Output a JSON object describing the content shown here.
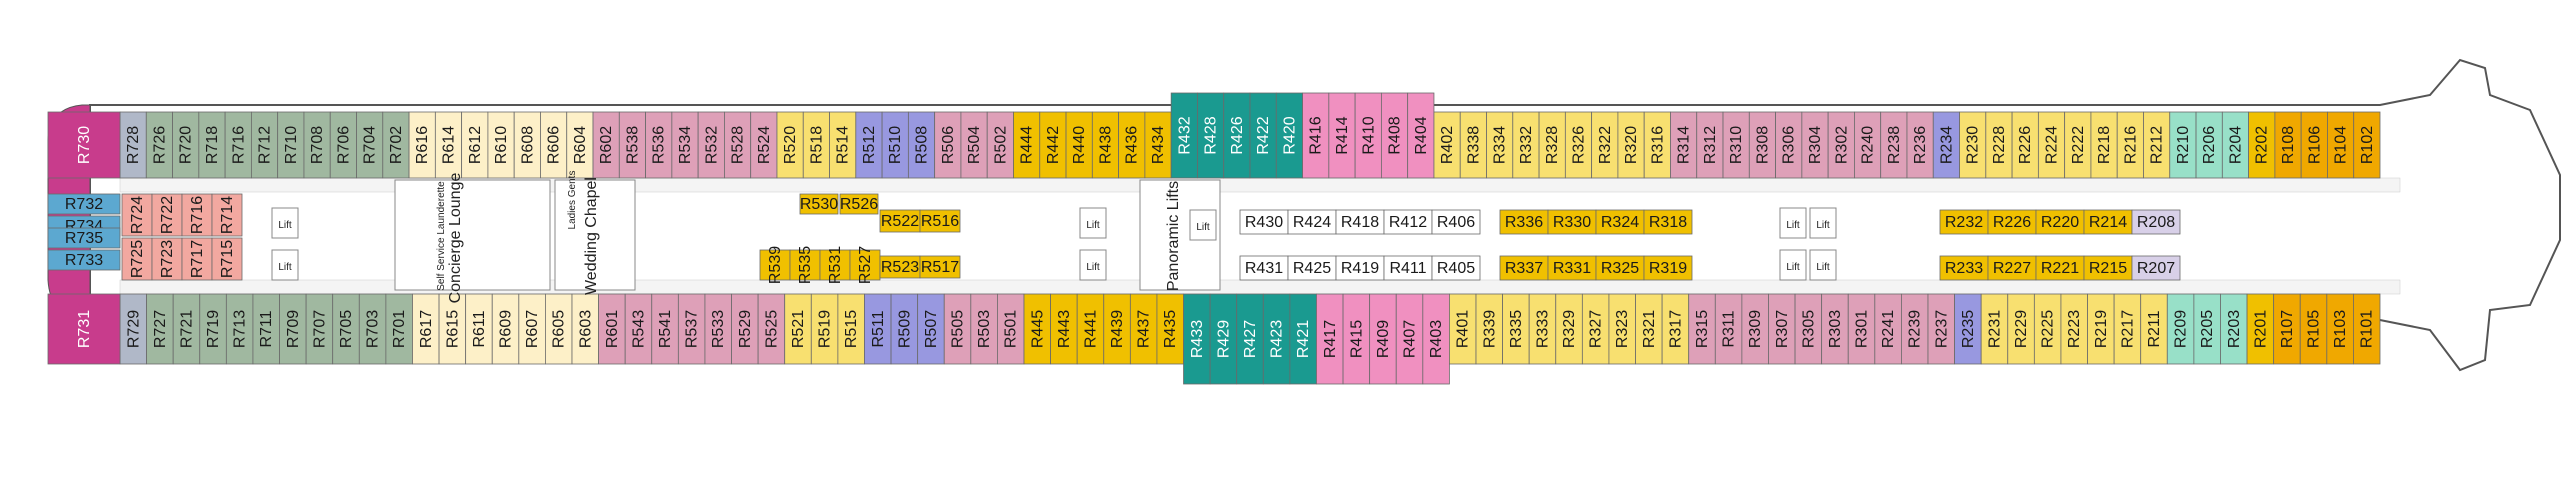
{
  "colors": {
    "pink": "#f090c0",
    "rose": "#dea0b8",
    "salmon": "#f2a8a0",
    "sage": "#a0b8a0",
    "cream": "#fdf0c8",
    "yellow": "#f8e070",
    "gold": "#f0c000",
    "orange": "#f0a800",
    "lavender": "#9898e0",
    "mint": "#98e0c8",
    "teal": "#1a9a90",
    "magenta": "#c83c8c",
    "blue": "#5ca8d0",
    "grey": "#b0b8c8",
    "white": "#ffffff",
    "lightgrey": "#d8d0e8"
  },
  "top_row": [
    {
      "label": "R728",
      "color": "grey"
    },
    {
      "label": "R726",
      "color": "sage"
    },
    {
      "label": "R720",
      "color": "sage"
    },
    {
      "label": "R718",
      "color": "sage"
    },
    {
      "label": "R716",
      "color": "sage"
    },
    {
      "label": "R712",
      "color": "sage"
    },
    {
      "label": "R710",
      "color": "sage"
    },
    {
      "label": "R708",
      "color": "sage"
    },
    {
      "label": "R706",
      "color": "sage"
    },
    {
      "label": "R704",
      "color": "sage"
    },
    {
      "label": "R702",
      "color": "sage"
    },
    {
      "label": "R616",
      "color": "cream"
    },
    {
      "label": "R614",
      "color": "cream"
    },
    {
      "label": "R612",
      "color": "cream"
    },
    {
      "label": "R610",
      "color": "cream"
    },
    {
      "label": "R608",
      "color": "cream"
    },
    {
      "label": "R606",
      "color": "cream"
    },
    {
      "label": "R604",
      "color": "cream"
    },
    {
      "label": "R602",
      "color": "rose"
    },
    {
      "label": "R538",
      "color": "rose"
    },
    {
      "label": "R536",
      "color": "rose"
    },
    {
      "label": "R534",
      "color": "rose"
    },
    {
      "label": "R532",
      "color": "rose"
    },
    {
      "label": "R528",
      "color": "rose"
    },
    {
      "label": "R524",
      "color": "rose"
    },
    {
      "label": "R520",
      "color": "yellow"
    },
    {
      "label": "R518",
      "color": "yellow"
    },
    {
      "label": "R514",
      "color": "yellow"
    },
    {
      "label": "R512",
      "color": "lavender"
    },
    {
      "label": "R510",
      "color": "lavender"
    },
    {
      "label": "R508",
      "color": "lavender"
    },
    {
      "label": "R506",
      "color": "rose"
    },
    {
      "label": "R504",
      "color": "rose"
    },
    {
      "label": "R502",
      "color": "rose"
    },
    {
      "label": "R444",
      "color": "gold"
    },
    {
      "label": "R442",
      "color": "gold"
    },
    {
      "label": "R440",
      "color": "gold"
    },
    {
      "label": "R438",
      "color": "gold"
    },
    {
      "label": "R436",
      "color": "gold"
    },
    {
      "label": "R434",
      "color": "gold"
    },
    {
      "label": "R432",
      "color": "teal"
    },
    {
      "label": "R428",
      "color": "teal"
    },
    {
      "label": "R426",
      "color": "teal"
    },
    {
      "label": "R422",
      "color": "teal"
    },
    {
      "label": "R420",
      "color": "teal"
    },
    {
      "label": "R416",
      "color": "pink"
    },
    {
      "label": "R414",
      "color": "pink"
    },
    {
      "label": "R410",
      "color": "pink"
    },
    {
      "label": "R408",
      "color": "pink"
    },
    {
      "label": "R404",
      "color": "pink"
    },
    {
      "label": "R402",
      "color": "yellow"
    },
    {
      "label": "R338",
      "color": "yellow"
    },
    {
      "label": "R334",
      "color": "yellow"
    },
    {
      "label": "R332",
      "color": "yellow"
    },
    {
      "label": "R328",
      "color": "yellow"
    },
    {
      "label": "R326",
      "color": "yellow"
    },
    {
      "label": "R322",
      "color": "yellow"
    },
    {
      "label": "R320",
      "color": "yellow"
    },
    {
      "label": "R316",
      "color": "yellow"
    },
    {
      "label": "R314",
      "color": "rose"
    },
    {
      "label": "R312",
      "color": "rose"
    },
    {
      "label": "R310",
      "color": "rose"
    },
    {
      "label": "R308",
      "color": "rose"
    },
    {
      "label": "R306",
      "color": "rose"
    },
    {
      "label": "R304",
      "color": "rose"
    },
    {
      "label": "R302",
      "color": "rose"
    },
    {
      "label": "R240",
      "color": "rose"
    },
    {
      "label": "R238",
      "color": "rose"
    },
    {
      "label": "R236",
      "color": "rose"
    },
    {
      "label": "R234",
      "color": "lavender"
    },
    {
      "label": "R230",
      "color": "yellow"
    },
    {
      "label": "R228",
      "color": "yellow"
    },
    {
      "label": "R226",
      "color": "yellow"
    },
    {
      "label": "R224",
      "color": "yellow"
    },
    {
      "label": "R222",
      "color": "yellow"
    },
    {
      "label": "R218",
      "color": "yellow"
    },
    {
      "label": "R216",
      "color": "yellow"
    },
    {
      "label": "R212",
      "color": "yellow"
    },
    {
      "label": "R210",
      "color": "mint"
    },
    {
      "label": "R206",
      "color": "mint"
    },
    {
      "label": "R204",
      "color": "mint"
    },
    {
      "label": "R202",
      "color": "gold"
    },
    {
      "label": "R108",
      "color": "orange"
    },
    {
      "label": "R106",
      "color": "orange"
    },
    {
      "label": "R104",
      "color": "orange"
    },
    {
      "label": "R102",
      "color": "orange"
    }
  ],
  "bottom_row": [
    {
      "label": "R729",
      "color": "grey"
    },
    {
      "label": "R727",
      "color": "sage"
    },
    {
      "label": "R721",
      "color": "sage"
    },
    {
      "label": "R719",
      "color": "sage"
    },
    {
      "label": "R713",
      "color": "sage"
    },
    {
      "label": "R711",
      "color": "sage"
    },
    {
      "label": "R709",
      "color": "sage"
    },
    {
      "label": "R707",
      "color": "sage"
    },
    {
      "label": "R705",
      "color": "sage"
    },
    {
      "label": "R703",
      "color": "sage"
    },
    {
      "label": "R701",
      "color": "sage"
    },
    {
      "label": "R617",
      "color": "cream"
    },
    {
      "label": "R615",
      "color": "cream"
    },
    {
      "label": "R611",
      "color": "cream"
    },
    {
      "label": "R609",
      "color": "cream"
    },
    {
      "label": "R607",
      "color": "cream"
    },
    {
      "label": "R605",
      "color": "cream"
    },
    {
      "label": "R603",
      "color": "cream"
    },
    {
      "label": "R601",
      "color": "rose"
    },
    {
      "label": "R543",
      "color": "rose"
    },
    {
      "label": "R541",
      "color": "rose"
    },
    {
      "label": "R537",
      "color": "rose"
    },
    {
      "label": "R533",
      "color": "rose"
    },
    {
      "label": "R529",
      "color": "rose"
    },
    {
      "label": "R525",
      "color": "rose"
    },
    {
      "label": "R521",
      "color": "yellow"
    },
    {
      "label": "R519",
      "color": "yellow"
    },
    {
      "label": "R515",
      "color": "yellow"
    },
    {
      "label": "R511",
      "color": "lavender"
    },
    {
      "label": "R509",
      "color": "lavender"
    },
    {
      "label": "R507",
      "color": "lavender"
    },
    {
      "label": "R505",
      "color": "rose"
    },
    {
      "label": "R503",
      "color": "rose"
    },
    {
      "label": "R501",
      "color": "rose"
    },
    {
      "label": "R445",
      "color": "gold"
    },
    {
      "label": "R443",
      "color": "gold"
    },
    {
      "label": "R441",
      "color": "gold"
    },
    {
      "label": "R439",
      "color": "gold"
    },
    {
      "label": "R437",
      "color": "gold"
    },
    {
      "label": "R435",
      "color": "gold"
    },
    {
      "label": "R433",
      "color": "teal"
    },
    {
      "label": "R429",
      "color": "teal"
    },
    {
      "label": "R427",
      "color": "teal"
    },
    {
      "label": "R423",
      "color": "teal"
    },
    {
      "label": "R421",
      "color": "teal"
    },
    {
      "label": "R417",
      "color": "pink"
    },
    {
      "label": "R415",
      "color": "pink"
    },
    {
      "label": "R409",
      "color": "pink"
    },
    {
      "label": "R407",
      "color": "pink"
    },
    {
      "label": "R403",
      "color": "pink"
    },
    {
      "label": "R401",
      "color": "yellow"
    },
    {
      "label": "R339",
      "color": "yellow"
    },
    {
      "label": "R335",
      "color": "yellow"
    },
    {
      "label": "R333",
      "color": "yellow"
    },
    {
      "label": "R329",
      "color": "yellow"
    },
    {
      "label": "R327",
      "color": "yellow"
    },
    {
      "label": "R323",
      "color": "yellow"
    },
    {
      "label": "R321",
      "color": "yellow"
    },
    {
      "label": "R317",
      "color": "yellow"
    },
    {
      "label": "R315",
      "color": "rose"
    },
    {
      "label": "R311",
      "color": "rose"
    },
    {
      "label": "R309",
      "color": "rose"
    },
    {
      "label": "R307",
      "color": "rose"
    },
    {
      "label": "R305",
      "color": "rose"
    },
    {
      "label": "R303",
      "color": "rose"
    },
    {
      "label": "R301",
      "color": "rose"
    },
    {
      "label": "R241",
      "color": "rose"
    },
    {
      "label": "R239",
      "color": "rose"
    },
    {
      "label": "R237",
      "color": "rose"
    },
    {
      "label": "R235",
      "color": "lavender"
    },
    {
      "label": "R231",
      "color": "yellow"
    },
    {
      "label": "R229",
      "color": "yellow"
    },
    {
      "label": "R225",
      "color": "yellow"
    },
    {
      "label": "R223",
      "color": "yellow"
    },
    {
      "label": "R219",
      "color": "yellow"
    },
    {
      "label": "R217",
      "color": "yellow"
    },
    {
      "label": "R211",
      "color": "yellow"
    },
    {
      "label": "R209",
      "color": "mint"
    },
    {
      "label": "R205",
      "color": "mint"
    },
    {
      "label": "R203",
      "color": "mint"
    },
    {
      "label": "R201",
      "color": "gold"
    },
    {
      "label": "R107",
      "color": "orange"
    },
    {
      "label": "R105",
      "color": "orange"
    },
    {
      "label": "R103",
      "color": "orange"
    },
    {
      "label": "R101",
      "color": "orange"
    }
  ],
  "stern": {
    "top_label": "R730",
    "bottom_label": "R731",
    "side_cabins": [
      "R732",
      "R734",
      "R735",
      "R733"
    ],
    "inner_top": [
      "R724",
      "R722",
      "R716",
      "R714"
    ],
    "inner_bottom": [
      "R725",
      "R723",
      "R717",
      "R715"
    ]
  },
  "inner_cabins_a": [
    "R530",
    "R526",
    "R522",
    "R516",
    "R539",
    "R535",
    "R531",
    "R527",
    "R523",
    "R517"
  ],
  "inner_white_top": [
    "R430",
    "R424",
    "R418",
    "R412",
    "R406"
  ],
  "inner_white_bottom": [
    "R431",
    "R425",
    "R419",
    "R411",
    "R405"
  ],
  "inner_yellow_top": [
    "R336",
    "R330",
    "R324",
    "R318"
  ],
  "inner_yellow_bottom": [
    "R337",
    "R331",
    "R325",
    "R319"
  ],
  "inner_fwd_top": [
    "R232",
    "R226",
    "R220",
    "R214",
    "R208"
  ],
  "inner_fwd_bottom": [
    "R233",
    "R227",
    "R221",
    "R215",
    "R207"
  ],
  "areas": {
    "concierge": "Concierge Lounge",
    "self_service": "Self Service Launderette",
    "wedding": "Wedding Chapel",
    "ladies": "Ladies Gents",
    "panoramic": "Panoramic Lifts",
    "lift": "Lift"
  }
}
